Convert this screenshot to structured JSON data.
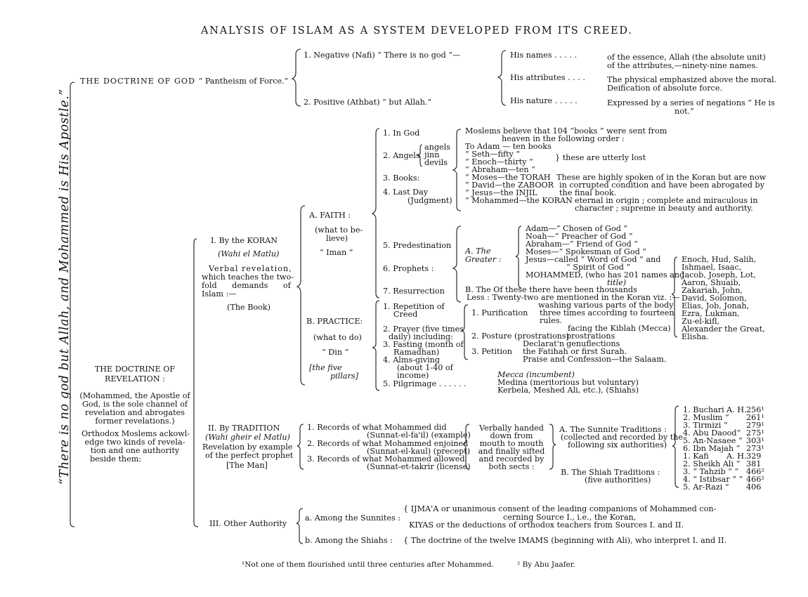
{
  "title": "ANALYSIS OF ISLAM AS A SYSTEM DEVELOPED FROM ITS CREED.",
  "side_motto": "“There is no god but Allah, and Mohammed is His Apostle.”",
  "god": {
    "heading": "THE DOCTRINE OF GOD",
    "subtitle": "“ Pantheism of Force.”",
    "negative": "1. Negative (Nafi) “ There is no god ”—",
    "positive": "2. Positive (Athbat) “ but Allah.”",
    "names_label": "His names . . . . .",
    "names_1": "of the essence, Allah (the absolute unit)",
    "names_2": "of the attributes,—ninety-nine names.",
    "attributes_label": "His attributes . . . .",
    "attributes_1": "The physical emphasized above the moral.",
    "attributes_2": "Deification of absolute force.",
    "nature_label": "His nature . . . . .",
    "nature_1": "Expressed by a series of negations “ He is",
    "nature_2": "not.”"
  },
  "revelation": {
    "heading_1": "THE DOCTRINE OF",
    "heading_2": "REVELATION :",
    "note": [
      "(Mohammed, the Apostle of",
      "God, is the sole channel of",
      "revelation and abrogates",
      "former revelations.)"
    ],
    "orthodox": [
      "Orthodox Moslems ackowl-",
      "edge two kinds of revela-",
      "tion and one authority",
      "beside them:"
    ]
  },
  "koran": {
    "heading": "I. By the KORAN",
    "sub": "(Wahi el Matlu)",
    "desc": [
      "Verbal revelation,",
      "which teaches the two-",
      "fold demands of",
      "Islam :—"
    ],
    "book": "(The Book)"
  },
  "faith": {
    "label": "A. FAITH :",
    "sub": [
      "(what to be-",
      "lieve)"
    ],
    "name": "“ Iman ”",
    "items": {
      "god": "1. In God",
      "angels": "2. Angels",
      "angel_kinds": [
        "angels",
        "jinn",
        "devils"
      ],
      "books": "3. Books:",
      "lastday": "4. Last Day",
      "judgment": "(Judgment)",
      "predestination": "5. Predestination",
      "prophets": "6. Prophets :",
      "resurrection": "7. Resurrection"
    }
  },
  "books": {
    "intro_1": "Moslems believe that 104 “books ” were sent from",
    "intro_2": "heaven in the following order :",
    "lost": [
      "To Adam — ten books",
      "“ Seth—fifty “",
      "“ Enoch—thirty “",
      "“ Abraham—ten “"
    ],
    "lost_note": "these are utterly lost",
    "kept": [
      "“ Moses—the TORAH",
      "“ David—the ZABOOR",
      "“ Jesus—the INJIL"
    ],
    "kept_note": [
      "These are highly spoken of in the Koran but are now",
      "in corrupted condition and have been abrogated by",
      "the final book."
    ],
    "koran_line": "“ Mohammed—the KORAN",
    "koran_note": [
      "eternal in origin ; complete and miraculous in",
      "character ; supreme in beauty and authority."
    ]
  },
  "prophets": {
    "greater_label": [
      "A. The",
      "Greater :"
    ],
    "greater": [
      "Adam—“ Chosen of God ”",
      "Noah—“ Preacher of God ”",
      "Abraham—“ Friend of God ”",
      "Moses—“ Spokesman of God ”",
      "Jesus—called “ Word of God ” and",
      "“ Spirit of God ”",
      "MOHAMMED, (who has 201 names and",
      "title)"
    ],
    "lesser_1": "B. The Of these there have been thousands",
    "lesser_2": "Less : Twenty-two are mentioned in the Koran viz. :—",
    "names": [
      "Enoch, Hud, Salih,",
      "Ishmael, Isaac,",
      "Jacob, Joseph, Lot,",
      "Aaron, Shuaib,",
      "Zakariah, John,",
      "David, Solomon,",
      "Elias, Job, Jonah,",
      "Ezra, Lukman,",
      "Zu-el-kifl,",
      "Alexander the Great,",
      "Elisha."
    ]
  },
  "practice": {
    "label": "B. PRACTICE:",
    "sub": "(what to do)",
    "name": "“ Din ”",
    "pillars": [
      "[the five",
      "pillars]"
    ],
    "items": {
      "creed": [
        "1. Repetition of",
        "Creed"
      ],
      "prayer": [
        "2. Prayer (five times",
        "daily) including:"
      ],
      "fasting": [
        "3. Fasting (month of",
        "Ramadhan)"
      ],
      "alms": [
        "4. Alms-giving",
        "(about 1-40 of",
        "income)"
      ],
      "pilgrimage": "5. Pilgrimage . . . . . ."
    },
    "purification": "1. Purification",
    "purification_note": [
      "washing various parts of the body",
      "three times according to fourteen",
      "rules."
    ],
    "posture": "2. Posture (prostrations)",
    "posture_note": [
      "facing the Kiblah (Mecca)",
      "prostrations",
      "genuflections"
    ],
    "petition": "3. Petition",
    "petition_note": [
      "Declarat'n",
      "the Fatihah or first Surah.",
      "Praise and Confession—the Salaam."
    ],
    "pilgrim_places": [
      "Mecca (incumbent)",
      "Medina (meritorious but voluntary)",
      "Kerbela, Meshed Ali, etc.), (Shiahs)"
    ]
  },
  "tradition": {
    "heading": "II. By TRADITION",
    "sub": "(Wahi gheir el Matlu)",
    "desc": [
      "Revelation by example",
      "of the perfect prophet"
    ],
    "man": "[The Man]",
    "records": [
      "1. Records of what Mohammed did",
      "(Sunnat-el-fa'il) (example)",
      "2. Records of what Mohammed enjoined",
      "(Sunnat-el-kaul) (precept)",
      "3. Records of what Mohammed allowed",
      "(Sunnat-et-takrir (license)"
    ],
    "handed": [
      "Verbally handed",
      "down from",
      "mouth to mouth",
      "and finally sifted",
      "and recorded by",
      "both sects :"
    ],
    "sunnite_1": "A. The Sunnite Traditions :",
    "sunnite_2": [
      "(collected and recorded by the",
      "following six authorities)"
    ],
    "shiah_1": "B. The Shiah Traditions :",
    "shiah_2": "(five authorities)",
    "ah": "A. H.",
    "sunnite_list": [
      {
        "name": "1. Buchari",
        "year": "256¹"
      },
      {
        "name": "2. Muslim “",
        "year": "261¹"
      },
      {
        "name": "3. Tirmizi “",
        "year": "279¹"
      },
      {
        "name": "4. Abu Daood“",
        "year": "275¹"
      },
      {
        "name": "5. An-Nasaee “",
        "year": "303¹"
      },
      {
        "name": "6. Ibn Majah “",
        "year": "273¹"
      }
    ],
    "shiah_list": [
      {
        "name": "1. Kafi",
        "year": "329"
      },
      {
        "name": "2. Sheikh Ali “",
        "year": "381"
      },
      {
        "name": "3. “ Tahzib ” “",
        "year": "466²"
      },
      {
        "name": "4. “ Istibsar ” “",
        "year": "466²"
      },
      {
        "name": "5. Ar-Razi “",
        "year": "406"
      }
    ]
  },
  "other": {
    "heading": "III. Other Authority",
    "sunnites_label": "a. Among the Sunnites :",
    "ijma_1": "IJMA'A or unanimous consent of the leading companions of Mohammed con-",
    "ijma_2": "cerning Source I., i.e., the Koran,",
    "kiyas": "KIYAS or the deductions of orthodox teachers from Sources I. and II.",
    "shiahs_label": "b. Among the Shiahs :",
    "imams": "The doctrine of the twelve IMAMS (beginning with Ali), who interpret I. and II."
  },
  "footnotes": {
    "one": "¹Not one of them flourished until three centuries after Mohammed.",
    "two": "² By Abu Jaafer."
  }
}
